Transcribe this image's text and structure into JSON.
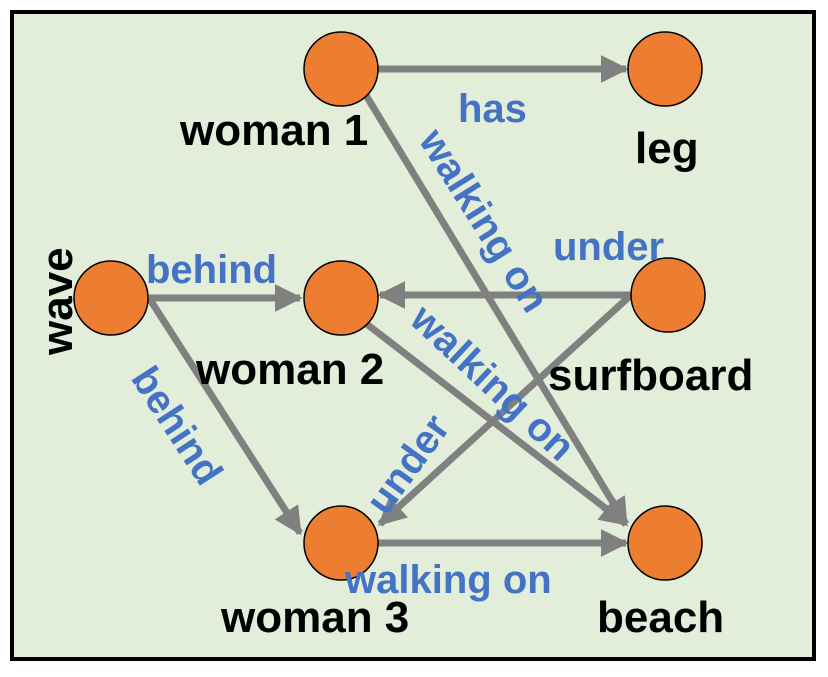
{
  "nodes": {
    "woman1": "woman 1",
    "leg": "leg",
    "wave": "wave",
    "woman2": "woman 2",
    "surfboard": "surfboard",
    "woman3": "woman 3",
    "beach": "beach"
  },
  "edges": {
    "has": "has",
    "wave_woman2": "behind",
    "wave_woman3": "behind",
    "surfboard_woman2": "under",
    "surfboard_woman3": "under",
    "woman1_beach": "walking on",
    "woman2_beach": "walking on",
    "woman3_beach": "walking on"
  },
  "colors": {
    "background": "#e2eed9",
    "node_fill": "#ed7d31",
    "edge_line": "#808080",
    "edge_label": "#4472c4",
    "node_label": "#000000"
  }
}
